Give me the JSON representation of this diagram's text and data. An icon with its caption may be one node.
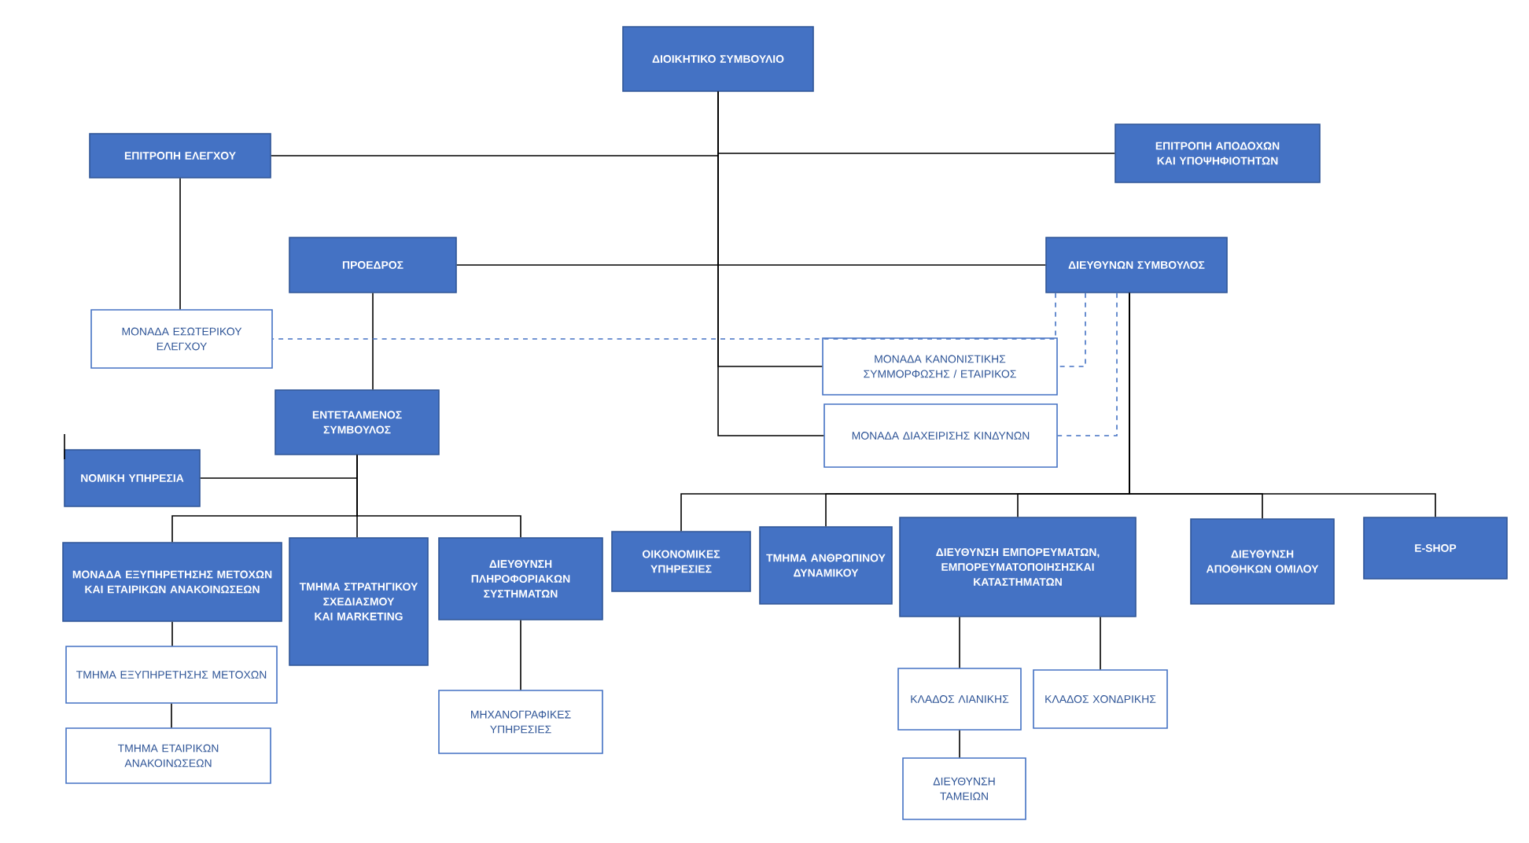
{
  "diagram": {
    "nodes": [
      {
        "text": [
          "ΔΙΟΙΚΗΤΙΚΟ ΣΥΜΒΟΥΛΙΟ"
        ]
      },
      {
        "text": [
          "ΕΠΙΤΡΟΠΗ ΕΛΕΓΧΟΥ"
        ]
      },
      {
        "text": [
          "ΕΠΙΤΡΟΠΗ ΑΠΟΔΟΧΩΝ ΚΑΙ ΥΠΟΨΗΦΙΟΤΗΤΩΝ"
        ]
      },
      {
        "text": [
          "ΠΡΟΕΔΡΟΣ"
        ]
      },
      {
        "text": [
          "ΔΙΕΥΘΥΝΩΝ ΣΥΜΒΟΥΛΟΣ"
        ]
      },
      {
        "text": [
          "ΜΟΝΑΔΑ ΕΣΩΤΕΡΙΚΟΥ ΕΛΕΓΧΟΥ"
        ]
      },
      {
        "text": [
          "ΜΟΝΑΔΑ ΚΑΝΟΝΙΣΤΙΚΗΣ ΣΥΜΜΟΡΦΩΣΗΣ / ΕΤΑΙΡΙΚΟΣ"
        ]
      },
      {
        "text": [
          "ΜΟΝΑΔΑ ΔΙΑΧΕΙΡΙΣΗΣ ΚΙΝΔΥΝΩΝ"
        ]
      },
      {
        "text": [
          "ΕΝΤΕΤΑΛΜΕΝΟΣ ΣΥΜΒΟΥΛΟΣ"
        ]
      },
      {
        "text": [
          "ΝΟΜΙΚΗ ΥΠΗΡΕΣΙΑ"
        ]
      },
      {
        "text": [
          "ΜΟΝΑΔΑ ΕΞΥΠΗΡΕΤΗΣΗΣ ΜΕΤΟΧΩΝ ΚΑΙ ΕΤΑΙΡΙΚΩΝ ΑΝΑΚΟΙΝΩΣΕΩΝ"
        ]
      },
      {
        "text": [
          "ΤΜΗΜΑ ΣΤΡΑΤΗΓΙΚΟΥ ΣΧΕΔΙΑΣΜΟΥ ΚΑΙ MARKETING"
        ]
      },
      {
        "text": [
          "ΔΙΕΥΘΥΝΣΗ ΠΛΗΡΟΦΟΡΙΑΚΩΝ ΣΥΣΤΗΜΑΤΩΝ"
        ]
      },
      {
        "text": [
          "ΟΙΚΟΝΟΜΙΚΕΣ ΥΠΗΡΕΣΙΕΣ"
        ]
      },
      {
        "text": [
          "ΤΜΗΜΑ ΑΝΘΡΩΠΙΝΟΥ ΔΥΝΑΜΙΚΟΥ"
        ]
      },
      {
        "text": [
          "ΔΙΕΥΘΥΝΣΗ ΕΜΠΟΡΕΥΜΑΤΩΝ, ΕΜΠΟΡΕΥΜΑΤΟΠΟΙΗΣΗΣΚΑΙ ΚΑΤΑΣΤΗΜΑΤΩΝ"
        ]
      },
      {
        "text": [
          "ΔΙΕΥΘΥΝΣΗ ΑΠΟΘΗΚΩΝ ΟΜΙΛΟΥ"
        ]
      },
      {
        "text": [
          "E-SHOP"
        ]
      },
      {
        "text": [
          "ΤΜΗΜΑ ΕΞΥΠΗΡΕΤΗΣΗΣ ΜΕΤΟΧΩΝ"
        ]
      },
      {
        "text": [
          "ΤΜΗΜΑ ΕΤΑΙΡΙΚΩΝ ΑΝΑΚΟΙΝΩΣΕΩΝ"
        ]
      },
      {
        "text": [
          "ΜΗΧΑΝΟΓΡΑΦΙΚΕΣ ΥΠΗΡΕΣΙΕΣ"
        ]
      },
      {
        "text": [
          "ΚΛΑΔΟΣ ΛΙΑΝΙΚΗΣ"
        ]
      },
      {
        "text": [
          "ΚΛΑΔΟΣ ΧΟΝΔΡΙΚΗΣ"
        ]
      },
      {
        "text": [
          "ΔΙΕΥΘΥΝΣΗ ΤΑΜΕΙΩΝ"
        ]
      }
    ],
    "edges": [
      {
        "from": 0,
        "to": 1,
        "arrow": "none"
      },
      {
        "from": 0,
        "to": 2,
        "arrow": "none"
      },
      {
        "from": 0,
        "to": 3,
        "arrow": "none"
      },
      {
        "from": 0,
        "to": 4,
        "arrow": "none"
      },
      {
        "from": 0,
        "to": 6,
        "arrow": "none"
      },
      {
        "from": 0,
        "to": 7,
        "arrow": "none"
      },
      {
        "from": 1,
        "to": 5,
        "arrow": "none"
      },
      {
        "from": 3,
        "to": 8,
        "arrow": "none"
      },
      {
        "from": 4,
        "to": 5,
        "arrow": "none",
        "style": "dashed",
        "color": "#4472c4"
      },
      {
        "from": 4,
        "to": 6,
        "arrow": "none",
        "style": "dashed",
        "color": "#4472c4"
      },
      {
        "from": 4,
        "to": 7,
        "arrow": "none",
        "style": "dashed",
        "color": "#4472c4"
      },
      {
        "from": 4,
        "to": 13,
        "arrow": "none"
      },
      {
        "from": 4,
        "to": 14,
        "arrow": "none"
      },
      {
        "from": 4,
        "to": 15,
        "arrow": "none"
      },
      {
        "from": 4,
        "to": 16,
        "arrow": "none"
      },
      {
        "from": 4,
        "to": 17,
        "arrow": "none"
      },
      {
        "from": 8,
        "to": 9,
        "arrow": "none"
      },
      {
        "from": 8,
        "to": 10,
        "arrow": "none"
      },
      {
        "from": 8,
        "to": 11,
        "arrow": "none"
      },
      {
        "from": 8,
        "to": 12,
        "arrow": "none"
      },
      {
        "from": 10,
        "to": 18,
        "arrow": "none"
      },
      {
        "from": 18,
        "to": 19,
        "arrow": "none"
      },
      {
        "from": 12,
        "to": 20,
        "arrow": "none"
      },
      {
        "from": 15,
        "to": 21,
        "arrow": "none"
      },
      {
        "from": 15,
        "to": 22,
        "arrow": "none"
      },
      {
        "from": 21,
        "to": 23,
        "arrow": "none"
      }
    ]
  }
}
